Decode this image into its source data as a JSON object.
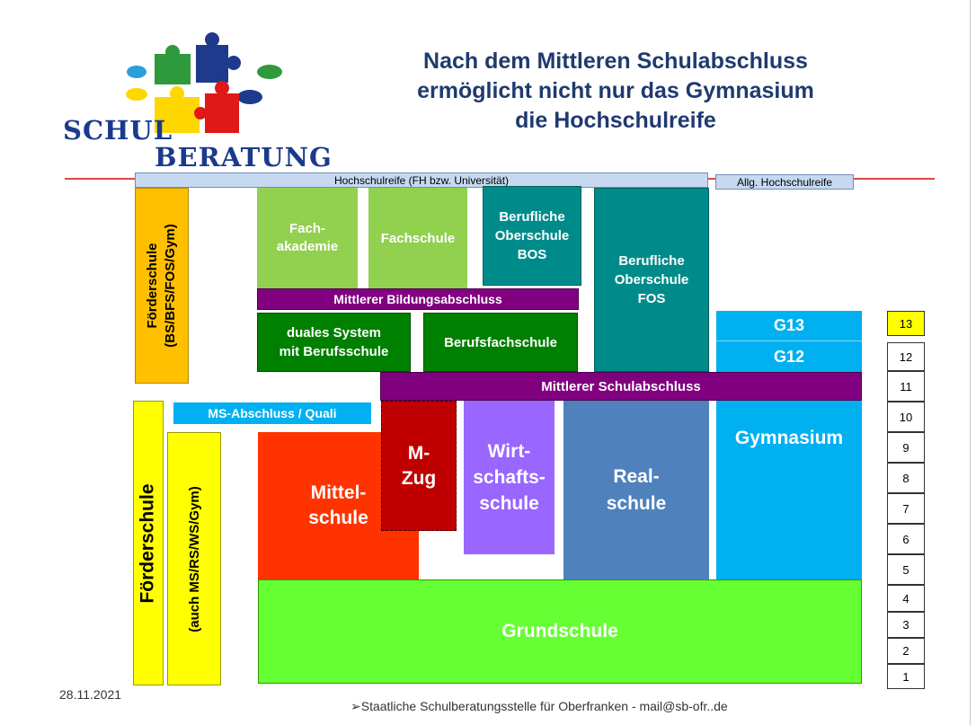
{
  "logo": {
    "text_top": "SCHUL",
    "text_bottom": "BERATUNG"
  },
  "title": {
    "line1": "Nach dem Mittleren Schulabschluss",
    "line2": "ermöglicht nicht nur das Gymnasium",
    "line3": "die Hochschulreife"
  },
  "top_bar": {
    "hochschulreife": "Hochschulreife (FH bzw. Universität)",
    "allg": "Allg. Hochschulreife"
  },
  "boxes": {
    "foerderschule_top": "Förderschule\n(BS/BFS/FOS/Gym)",
    "fachakademie": "Fach-\nakademie",
    "fachschule": "Fachschule",
    "bos": "Berufliche\nOberschule\nBOS",
    "fos": "Berufliche\nOberschule\nFOS",
    "mittlerer_bildungsabschluss": "Mittlerer Bildungsabschluss",
    "duales_system": "duales System\nmit Berufsschule",
    "berufsfachschule": "Berufsfachschule",
    "g13": "G13",
    "g12": "G12",
    "mittlerer_schulabschluss": "Mittlerer Schulabschluss",
    "ms_abschluss": "MS-Abschluss / Quali",
    "foerderschule_bottom": "Förderschule",
    "foerderschule_bottom_sub": "(auch MS/RS/WS/Gym)",
    "mittelschule": "Mittel-\nschule",
    "m_zug": "M-\nZug",
    "wirtschaftsschule": "Wirt-\nschafts-\nschule",
    "realschule": "Real-\nschule",
    "gymnasium": "Gymnasium",
    "grundschule": "Grundschule"
  },
  "grades": [
    "13",
    "12",
    "11",
    "10",
    "9",
    "8",
    "7",
    "6",
    "5",
    "4",
    "3",
    "2",
    "1"
  ],
  "footer": {
    "date": "28.11.2021",
    "source": "➢Staatliche Schulberatungsstelle für Oberfranken -  mail@sb-ofr..de"
  },
  "colors": {
    "title": "#1f3a6e",
    "logo_text": "#1a3a8c",
    "light_green": "#92d050",
    "teal": "#008b8b",
    "purple": "#800080",
    "dark_green": "#008000",
    "cyan": "#00b0f0",
    "orange_yellow": "#ffc000",
    "yellow": "#ffff00",
    "red_orange": "#ff3300",
    "dark_red": "#c00000",
    "violet": "#9966ff",
    "steel_blue": "#4f81bd",
    "bright_green": "#66ff33",
    "light_blue": "#c6d9f1"
  }
}
